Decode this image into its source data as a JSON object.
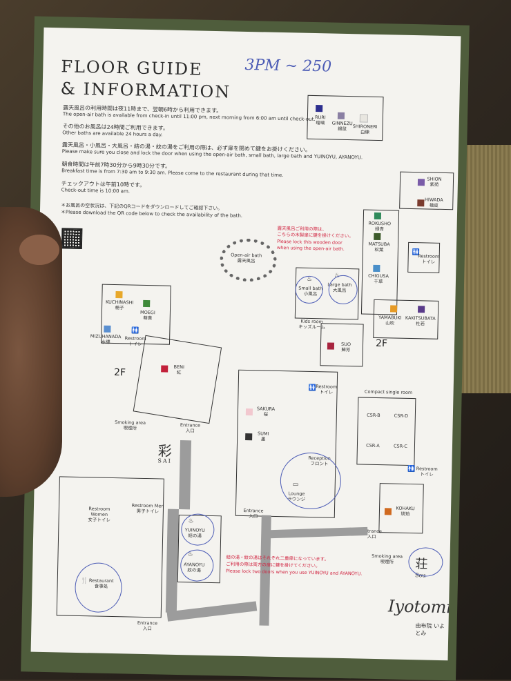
{
  "title": {
    "line1": "FLOOR GUIDE",
    "line2": "& INFORMATION"
  },
  "handwritten_note": "3PM ~ 250",
  "info": [
    {
      "jp": "露天風呂の利用時間は夜11時まで、翌朝6時から利用できます。",
      "en": "The open-air bath is available from check-in until 11:00 pm, next morning from 6:00 am until check-out."
    },
    {
      "jp": "その他のお風呂は24時間ご利用できます。",
      "en": "Other baths are available 24 hours a day."
    },
    {
      "jp": "露天風呂・小風呂・大風呂・結の湯・紋の湯をご利用の際は、必ず扉を閉めて鍵をお掛けください。",
      "en": "Please make sure you close and lock the door when using the open-air bath, small bath, large bath and YUINOYU, AYANOYU."
    },
    {
      "jp": "朝食時間は午前7時30分から9時30分です。",
      "en": "Breakfast time is from 7:30 am to 9:30 am. Please come to the restaurant during that time."
    },
    {
      "jp": "チェックアウトは午前10時です。",
      "en": "Check-out time is 10:00 am."
    },
    {
      "jp": "＊お風呂の空状況は、下記のQRコードをダウンロードしてご確認下さい。",
      "en": "＊Please download the QR code below to check the availability of the bath."
    }
  ],
  "rooms": [
    {
      "id": "ruri",
      "en": "RURI",
      "jp": "瑠璃",
      "color": "#2d2f8f"
    },
    {
      "id": "ginnezu",
      "en": "GINNEZU",
      "jp": "銀鼠",
      "color": "#8a7fa3"
    },
    {
      "id": "shironeri",
      "en": "SHIRONERI",
      "jp": "白練",
      "color": "#e8e6e0"
    },
    {
      "id": "shion",
      "en": "SHION",
      "jp": "紫苑",
      "color": "#7a5ca8"
    },
    {
      "id": "hiwada",
      "en": "HIWADA",
      "jp": "檜皮",
      "color": "#7a3b2e"
    },
    {
      "id": "rokusho",
      "en": "ROKUSHO",
      "jp": "緑青",
      "color": "#2f8a5a"
    },
    {
      "id": "matsuba",
      "en": "MATSUBA",
      "jp": "松葉",
      "color": "#3c5a2a"
    },
    {
      "id": "chigusa",
      "en": "CHIGUSA",
      "jp": "千草",
      "color": "#4a8fc9"
    },
    {
      "id": "yamabuki",
      "en": "YAMABUKI",
      "jp": "山吹",
      "color": "#e69a25"
    },
    {
      "id": "kakitsubata",
      "en": "KAKITSUBATA",
      "jp": "杜若",
      "color": "#5a3b8a"
    },
    {
      "id": "kuchinashi",
      "en": "KUCHINASHI",
      "jp": "梔子",
      "color": "#e8a82a"
    },
    {
      "id": "moegi",
      "en": "MOEGI",
      "jp": "萌黄",
      "color": "#3f8a3a"
    },
    {
      "id": "mizuhanada",
      "en": "MIZUHANADA",
      "jp": "水縹",
      "color": "#5a8fd0"
    },
    {
      "id": "beni",
      "en": "BENI",
      "jp": "紅",
      "color": "#c2203a"
    },
    {
      "id": "suo",
      "en": "SUO",
      "jp": "蘇芳",
      "color": "#a8243f"
    },
    {
      "id": "sakura",
      "en": "SAKURA",
      "jp": "桜",
      "color": "#f2c8cf"
    },
    {
      "id": "sumi",
      "en": "SUMI",
      "jp": "墨",
      "color": "#333333"
    },
    {
      "id": "kohaku",
      "en": "KOHAKU",
      "jp": "琥珀",
      "color": "#d06a20"
    }
  ],
  "csr": [
    "CSR-B",
    "CSR-D",
    "CSR-A",
    "CSR-C"
  ],
  "labels": {
    "compact": "Compact single room",
    "open_air_en": "Open-air bath",
    "open_air_jp": "露天風呂",
    "small_bath_en": "Small bath",
    "small_bath_jp": "小風呂",
    "large_bath_en": "Large bath",
    "large_bath_jp": "大風呂",
    "kids_en": "Kids room",
    "kids_jp": "キッズルーム",
    "restroom_en": "Restroom",
    "restroom_jp": "トイレ",
    "restroom_women": "Restroom Women",
    "restroom_women_jp": "女子トイレ",
    "restroom_men": "Restroom Men",
    "restroom_men_jp": "男子トイレ",
    "smoking_en": "Smoking area",
    "smoking_jp": "喫煙所",
    "entrance_en": "Entrance",
    "entrance_jp": "入口",
    "reception_en": "Reception",
    "reception_jp": "フロント",
    "lounge_en": "Lounge",
    "lounge_jp": "ラウンジ",
    "restaurant_en": "Restaurant",
    "restaurant_jp": "食事処",
    "yuinoyu_en": "YUINOYU",
    "yuinoyu_jp": "結の湯",
    "ayanoyu_en": "AYANOYU",
    "ayanoyu_jp": "紋の湯",
    "floor_2f": "2F",
    "sai_kanji": "彩",
    "sai": "SAI",
    "sou_kanji": "荘",
    "sou": "Sou",
    "brand": "Iyotomi",
    "brand_jp": "由布院 いよとみ"
  },
  "red_notes": {
    "wood_door_jp1": "露天風呂ご利用の際は、",
    "wood_door_jp2": "こちらの木製扉に鍵を掛けください。",
    "wood_door_en1": "Please lock this wooden door",
    "wood_door_en2": "when using the open-air bath.",
    "two_doors_jp1": "結の湯・紋の湯はそれぞれ二重扉になっています。",
    "two_doors_jp2": "ご利用の際は両方の扉に鍵を掛けてください。",
    "two_doors_en": "Please lock two doors when you use YUINOYU and AYANOYU."
  }
}
